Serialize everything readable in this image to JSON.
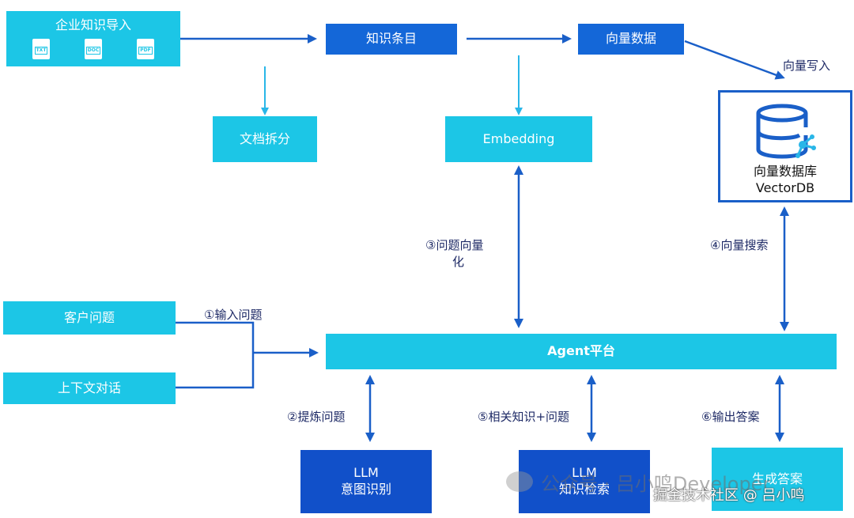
{
  "nodes": {
    "import": "企业知识导入",
    "import_icons": [
      "TXT",
      "DOC",
      "PDF"
    ],
    "knowledge_items": "知识条目",
    "vector_data": "向量数据",
    "doc_split": "文档拆分",
    "embedding": "Embedding",
    "vectordb_line1": "向量数据库",
    "vectordb_line2": "VectorDB",
    "customer_question": "客户问题",
    "context_dialog": "上下文对话",
    "agent": "Agent平台",
    "llm_intent_title": "LLM",
    "llm_intent_sub": "意图识别",
    "llm_retrieval_title": "LLM",
    "llm_retrieval_sub": "知识检索",
    "generate_answer": "生成答案"
  },
  "labels": {
    "vector_write": "向量写入",
    "step3_line1": "③问题向量",
    "step3_line2": "化",
    "step4": "④向量搜索",
    "step1": "①输入问题",
    "step2": "②提炼问题",
    "step5": "⑤相关知识+问题",
    "step6": "⑥输出答案"
  },
  "watermark": {
    "line1": "公众号 · 吕小鸣Developer",
    "line2": "掘金技术社区 @ 吕小鸣"
  },
  "colors": {
    "cyan": "#1cc6e6",
    "blue": "#1467d8",
    "navy": "#1150c9",
    "arrow_light": "#29b6e8",
    "arrow_dark": "#1a5fc8"
  }
}
